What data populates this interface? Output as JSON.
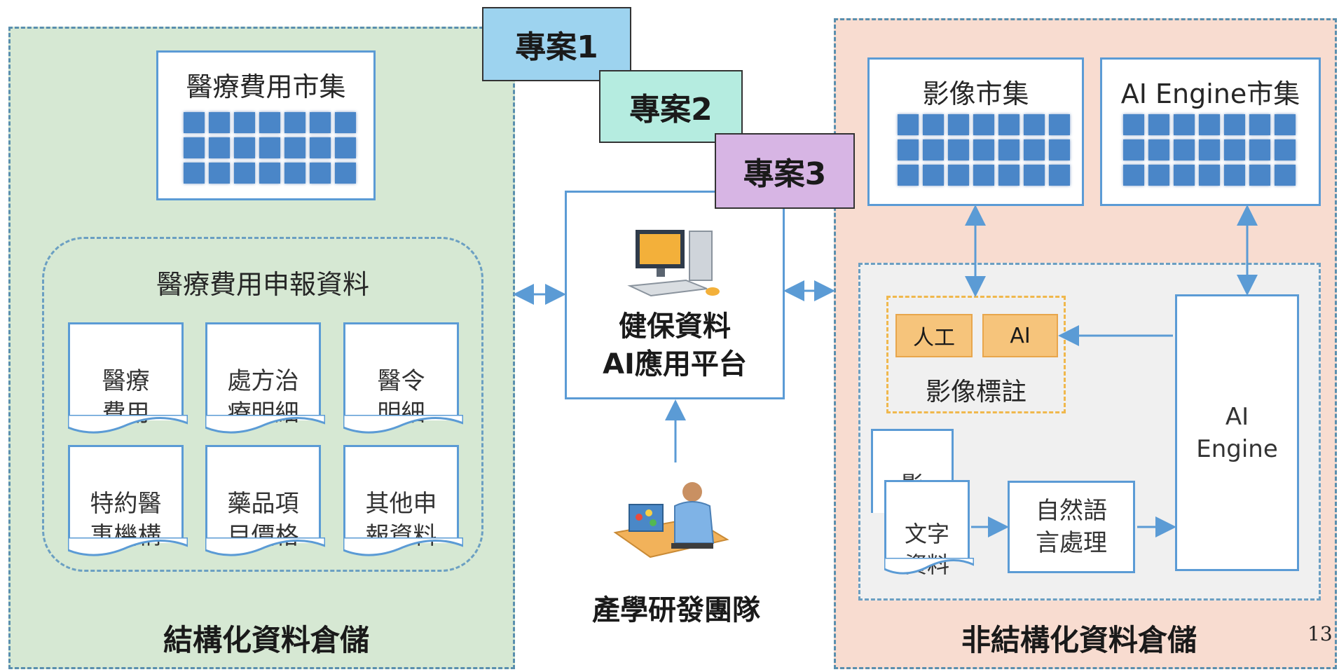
{
  "left_panel": {
    "title": "結構化資料倉儲",
    "market": "醫療費用市集",
    "claims_group": "醫療費用申報資料",
    "docs": [
      "醫療\n費用",
      "處方治\n療明細",
      "醫令\n明細",
      "特約醫\n事機構",
      "藥品項\n目價格",
      "其他申\n報資料"
    ]
  },
  "projects": [
    "專案1",
    "專案2",
    "專案3"
  ],
  "platform": {
    "line1": "健保資料",
    "line2": "AI應用平台"
  },
  "team": "產學研發團隊",
  "right_panel": {
    "title": "非結構化資料倉儲",
    "image_market": "影像市集",
    "engine_market": "AI Engine市集",
    "annotation": {
      "manual": "人工",
      "ai": "AI",
      "label": "影像標註"
    },
    "image_doc": "影\n像",
    "text_doc": "文字\n資料",
    "nlp": "自然語\n言處理",
    "engine": "AI\nEngine"
  },
  "page_number": "13",
  "colors": {
    "left_bg": "#d6e8d3",
    "right_bg": "#f8dcd0",
    "border_blue": "#5b9bd5",
    "project1": "#9dd3ef",
    "project2": "#b5ece0",
    "project3": "#d7b5e4",
    "annotation_tag": "#f6c47b"
  }
}
